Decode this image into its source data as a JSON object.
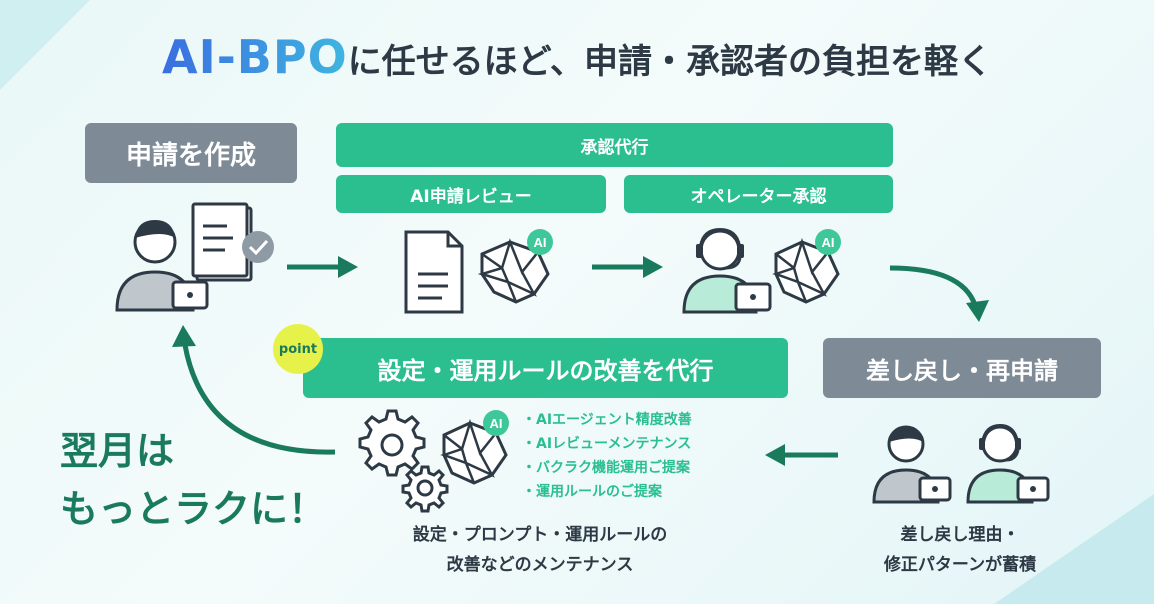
{
  "title": {
    "brand": "AI-BPO",
    "rest": "に任せるほど、申請・承認者の負担を軽く"
  },
  "steps": {
    "create": "申請を作成",
    "proxy_approval": "承認代行",
    "ai_review": "AI申請レビュー",
    "operator_approval": "オペレーター承認",
    "remand": "差し戻し・再申請",
    "improvement": "設定・運用ルールの改善を代行"
  },
  "point_badge": "point",
  "ai_badge": "AI",
  "improvement_items": [
    "AIエージェント精度改善",
    "AIレビューメンテナンス",
    "バクラク機能運用ご提案",
    "運用ルールのご提案"
  ],
  "captions": {
    "maintenance_line1": "設定・プロンプト・運用ルールの",
    "maintenance_line2": "改善などのメンテナンス",
    "accumulate_line1": "差し戻し理由・",
    "accumulate_line2": "修正パターンが蓄積"
  },
  "slogan": {
    "line1": "翌月は",
    "line2": "もっとラクに！"
  },
  "colors": {
    "green": "#2bbf8f",
    "dark_green": "#1a7a5c",
    "gray": "#7e8a95",
    "brand_blue": "#3a6ee0"
  }
}
